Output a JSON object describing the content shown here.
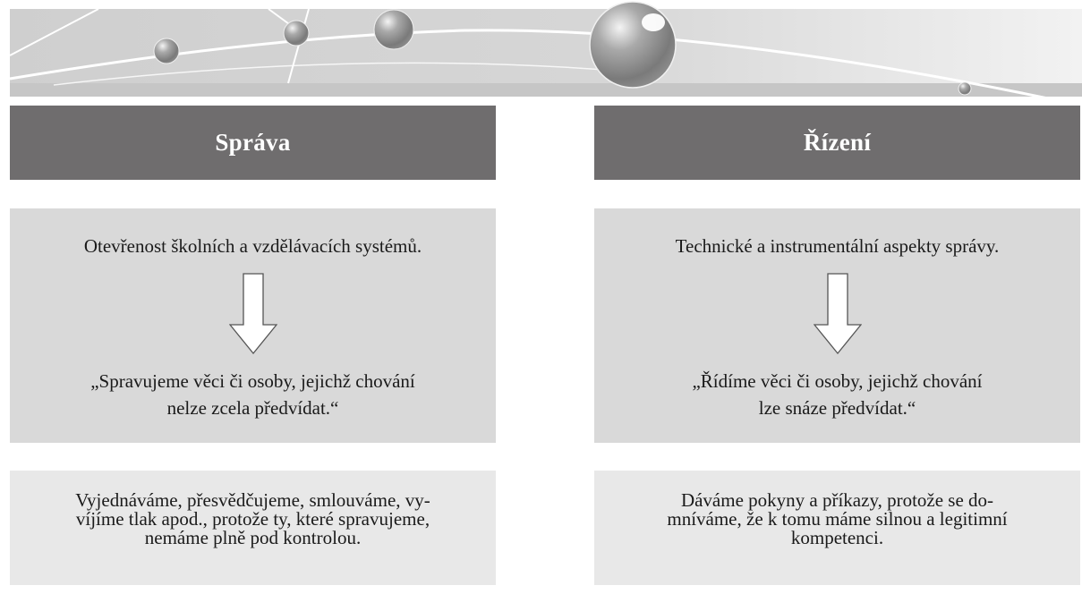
{
  "left": {
    "header": "Správa",
    "top_text": "Otevřenost školních a vzdělávacích systémů.",
    "quote_line1": "„Spravujeme věci či osoby, jejichž chování",
    "quote_line2": "nelze zcela předvídat.“",
    "bottom_line1": "Vyjednáváme, přesvědčujeme, smlouváme, vy-",
    "bottom_line2": "víjíme tlak apod., protože ty, které spravujeme,",
    "bottom_line3": "nemáme plně pod kontrolou."
  },
  "right": {
    "header": "Řízení",
    "top_text": "Technické a instrumentální aspekty správy.",
    "quote_line1": "„Řídíme věci či osoby, jejichž chování",
    "quote_line2": "lze snáze předvídat.“",
    "bottom_line1": "Dáváme pokyny a příkazy, protože se do-",
    "bottom_line2": "mníváme, že k tomu máme silnou a legitimní",
    "bottom_line3": "kompetenci."
  },
  "colors": {
    "header_bg": "#6f6d6e",
    "mid_bg": "#d9d9d9",
    "bottom_bg": "#e8e8e8"
  },
  "icons": [
    "down-arrow-icon",
    "decorative-spheres-banner"
  ]
}
